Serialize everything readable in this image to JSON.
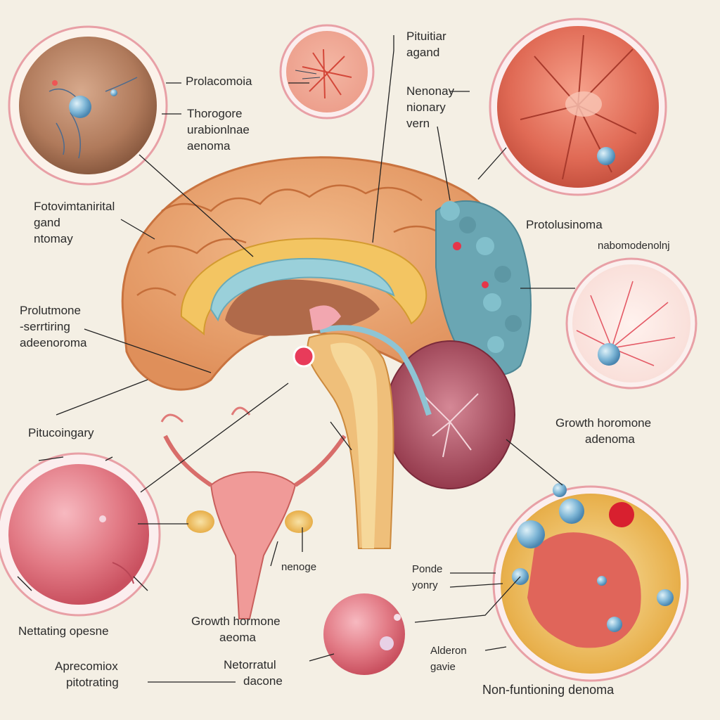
{
  "labels": {
    "prolacomoma": [
      "Prolacomoia"
    ],
    "thorogore": [
      "Thorogore",
      "urabionlnae",
      "aenoma"
    ],
    "pituitary_gland": [
      "Pituitiar",
      "agand"
    ],
    "nenonay_vern": [
      "Nenonay",
      "nionary",
      "vern"
    ],
    "fotovintarital": [
      "Fotovimtanirital",
      "gand",
      "ntomay"
    ],
    "protolusinoma": [
      "Protolusinoma"
    ],
    "nabomodenoin": [
      "nabomodenolnj"
    ],
    "prolutmone": [
      "Prolutmone",
      "-serrtiring",
      "adeenoroma"
    ],
    "pitucoingary": [
      "Pitucoingary"
    ],
    "growth_hormone_right": [
      "Growth horomone",
      "adenoma"
    ],
    "nenoge": [
      "nenoge"
    ],
    "ponde_yonry": [
      "Ponde",
      "yonry"
    ],
    "netrating_opesne": [
      "Nettating opesne"
    ],
    "growth_hormone_bottom": [
      "Growth hormone",
      "aeoma"
    ],
    "netorratul_dacone": [
      "Netorratul",
      "dacone"
    ],
    "apreconiox": [
      "Aprecomiox",
      "pitotrating"
    ],
    "alderon_gavie": [
      "Alderon",
      "gavie"
    ],
    "non_functioning": [
      "Non-funtioning denoma"
    ]
  },
  "colors": {
    "background": "#f4efe4",
    "brain": "#e59a66",
    "brain_outline": "#c9733f",
    "stem": "#f0c177",
    "cerebellum": "#9c3a4e",
    "tumor_cluster": "#6aa6b3",
    "circle_border": "#e8a0a6",
    "leader_line": "#222222"
  }
}
